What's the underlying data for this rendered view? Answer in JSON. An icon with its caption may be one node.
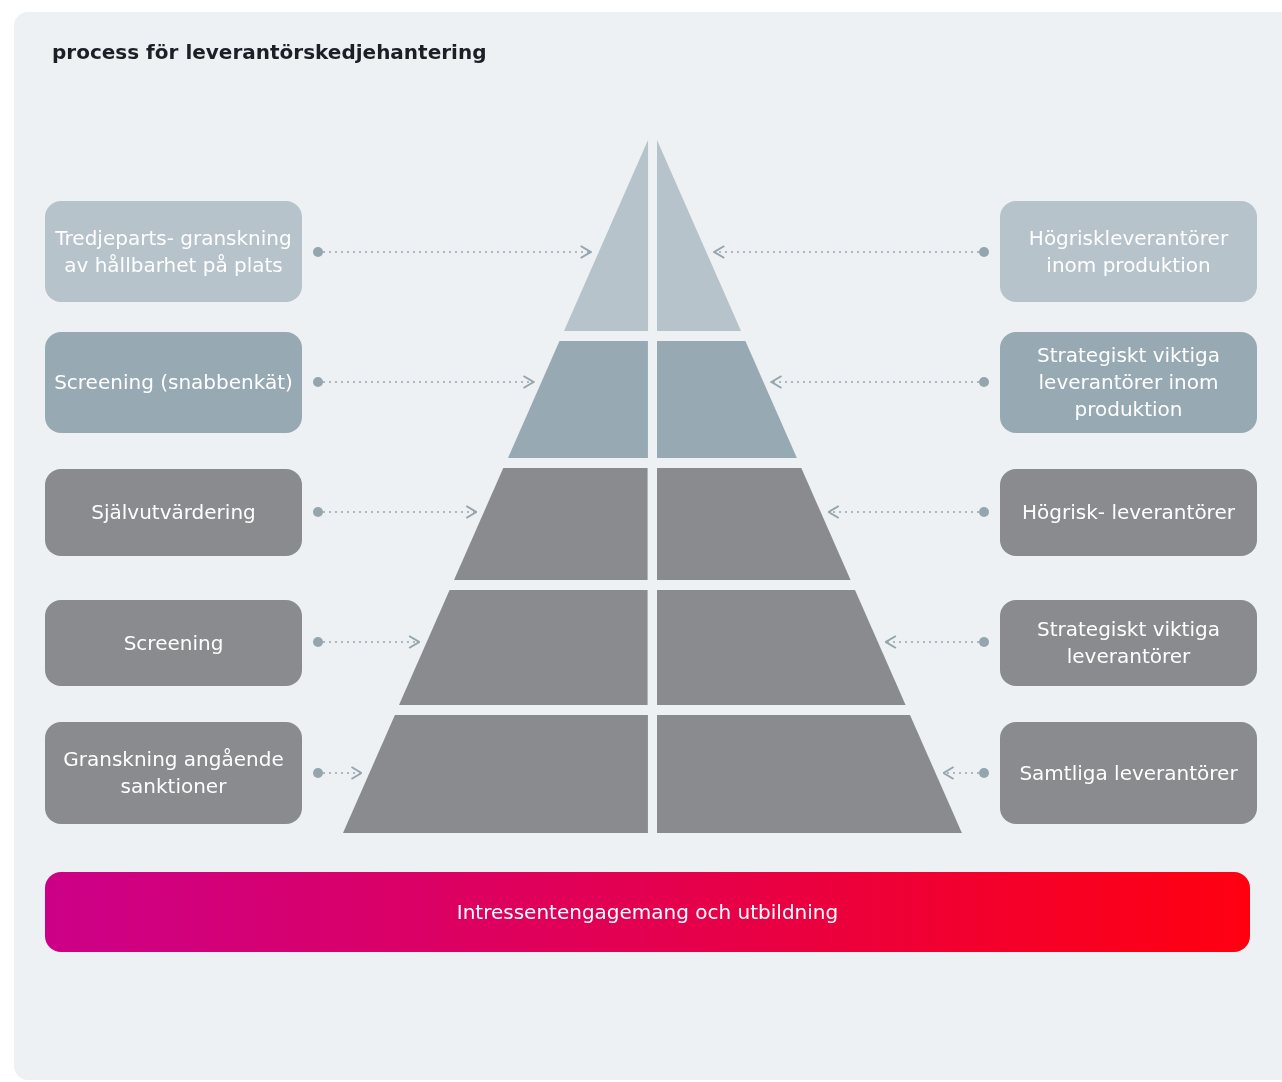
{
  "diagram": {
    "title": "process för leverantörskedjehantering",
    "nodes": [
      {
        "text": [
          "Tredjeparts- granskning av hållbarhet på plats"
        ]
      },
      {
        "text": [
          "Screening (snabbenkät)"
        ]
      },
      {
        "text": [
          "Självutvärdering"
        ]
      },
      {
        "text": [
          "Screening"
        ]
      },
      {
        "text": [
          "Granskning angående sanktioner"
        ]
      },
      {
        "text": [
          "Högriskleverantörer inom produktion"
        ]
      },
      {
        "text": [
          "Strategiskt viktiga leverantörer inom produktion"
        ]
      },
      {
        "text": [
          "Högrisk- leverantörer"
        ]
      },
      {
        "text": [
          "Strategiskt viktiga leverantörer"
        ]
      },
      {
        "text": [
          "Samtliga leverantörer"
        ]
      },
      {
        "text": [],
        "shape": "triangle"
      },
      {
        "text": [],
        "shape": "triangle"
      },
      {
        "text": [],
        "shape": "trapezoid"
      },
      {
        "text": [],
        "shape": "trapezoid"
      },
      {
        "text": [],
        "shape": "trapezoid"
      },
      {
        "text": [],
        "shape": "trapezoid"
      },
      {
        "text": [],
        "shape": "trapezoid"
      },
      {
        "text": [],
        "shape": "trapezoid"
      },
      {
        "text": [],
        "shape": "trapezoid"
      },
      {
        "text": [],
        "shape": "trapezoid"
      },
      {
        "text": [
          "Intressentengagemang och utbildning"
        ]
      }
    ],
    "edges": [
      {
        "from": 0,
        "to": 10,
        "arrow": "to",
        "style": "dashed"
      },
      {
        "from": 1,
        "to": 12,
        "arrow": "to",
        "style": "dashed"
      },
      {
        "from": 2,
        "to": 14,
        "arrow": "to",
        "style": "dashed"
      },
      {
        "from": 3,
        "to": 16,
        "arrow": "to",
        "style": "dashed"
      },
      {
        "from": 4,
        "to": 18,
        "arrow": "to",
        "style": "dashed"
      },
      {
        "from": 5,
        "to": 11,
        "arrow": "to",
        "style": "dashed"
      },
      {
        "from": 6,
        "to": 13,
        "arrow": "to",
        "style": "dashed"
      },
      {
        "from": 7,
        "to": 15,
        "arrow": "to",
        "style": "dashed"
      },
      {
        "from": 8,
        "to": 17,
        "arrow": "to",
        "style": "dashed"
      },
      {
        "from": 9,
        "to": 19,
        "arrow": "to",
        "style": "dashed"
      }
    ]
  }
}
